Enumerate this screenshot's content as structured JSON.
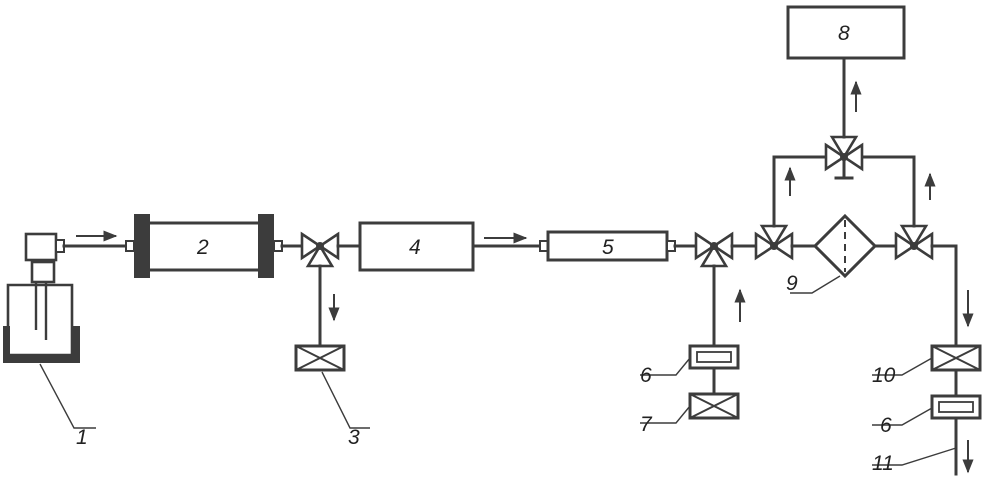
{
  "labels": {
    "l1": "1",
    "l2": "2",
    "l3": "3",
    "l4": "4",
    "l5": "5",
    "l6a": "6",
    "l6b": "6",
    "l7": "7",
    "l8": "8",
    "l9": "9",
    "l10": "10",
    "l11": "11"
  },
  "colors": {
    "line": "#3c3c3c",
    "background": "#ffffff"
  }
}
